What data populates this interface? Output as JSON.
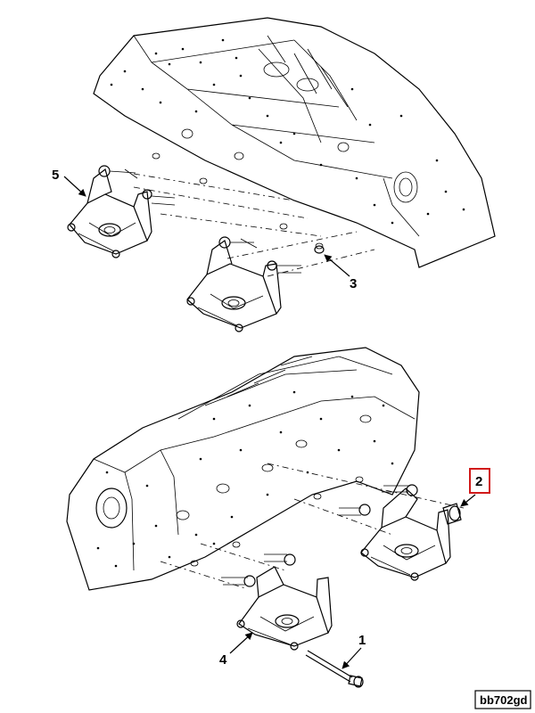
{
  "callouts": {
    "c1": "1",
    "c2": "2",
    "c3": "3",
    "c4": "4",
    "c5": "5"
  },
  "highlighted_callout": "2",
  "highlight_color": "#d11a1a",
  "reference_code": "bb702gd"
}
